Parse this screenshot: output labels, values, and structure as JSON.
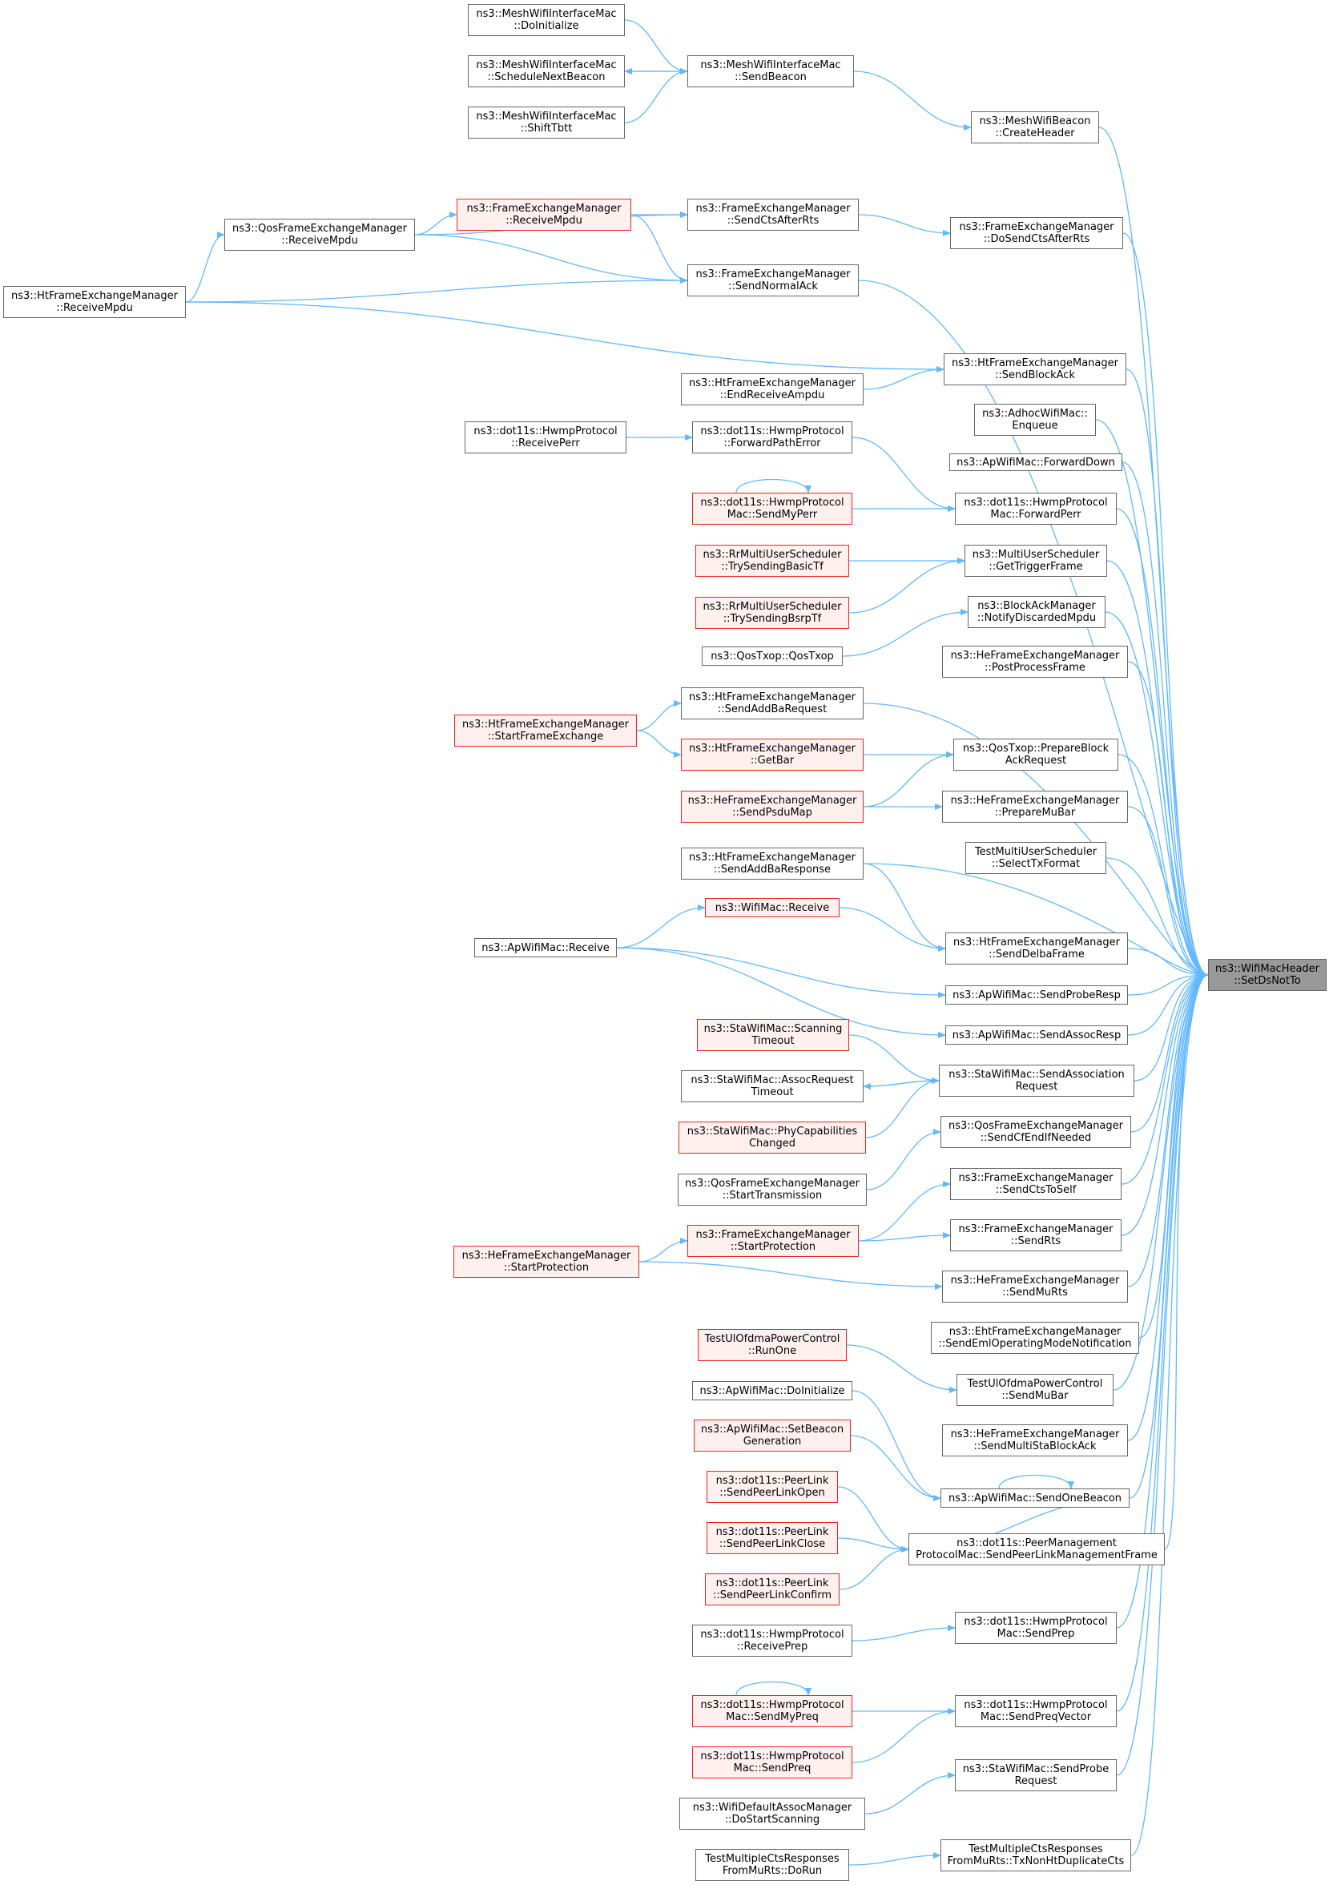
{
  "colors": {
    "edge": "#63b8ff",
    "node_border": "#666666",
    "red_border": "#e8271d",
    "red_fill": "#fff0f0",
    "target_fill": "#999999"
  },
  "nodes": [
    {
      "id": "target",
      "lines": [
        "ns3::WifiMacHeader",
        "::SetDsNotTo"
      ],
      "style": "target"
    },
    {
      "id": "mwim_doinit",
      "lines": [
        "ns3::MeshWifiInterfaceMac",
        "::DoInitialize"
      ],
      "style": "normal"
    },
    {
      "id": "mwim_schednext",
      "lines": [
        "ns3::MeshWifiInterfaceMac",
        "::ScheduleNextBeacon"
      ],
      "style": "normal"
    },
    {
      "id": "mwim_shift",
      "lines": [
        "ns3::MeshWifiInterfaceMac",
        "::ShiftTbtt"
      ],
      "style": "normal"
    },
    {
      "id": "mwim_sendbeacon",
      "lines": [
        "ns3::MeshWifiInterfaceMac",
        "::SendBeacon"
      ],
      "style": "normal"
    },
    {
      "id": "mwb_createheader",
      "lines": [
        "ns3::MeshWifiBeacon",
        "::CreateHeader"
      ],
      "style": "normal"
    },
    {
      "id": "qfem_recv",
      "lines": [
        "ns3::QosFrameExchangeManager",
        "::ReceiveMpdu"
      ],
      "style": "normal"
    },
    {
      "id": "fem_recv",
      "lines": [
        "ns3::FrameExchangeManager",
        "::ReceiveMpdu"
      ],
      "style": "red"
    },
    {
      "id": "fem_sendcts",
      "lines": [
        "ns3::FrameExchangeManager",
        "::SendCtsAfterRts"
      ],
      "style": "normal"
    },
    {
      "id": "fem_dosendcts",
      "lines": [
        "ns3::FrameExchangeManager",
        "::DoSendCtsAfterRts"
      ],
      "style": "normal"
    },
    {
      "id": "htfem_recv",
      "lines": [
        "ns3::HtFrameExchangeManager",
        "::ReceiveMpdu"
      ],
      "style": "normal"
    },
    {
      "id": "fem_sendnormalack",
      "lines": [
        "ns3::FrameExchangeManager",
        "::SendNormalAck"
      ],
      "style": "normal"
    },
    {
      "id": "htfem_sendblockack",
      "lines": [
        "ns3::HtFrameExchangeManager",
        "::SendBlockAck"
      ],
      "style": "normal"
    },
    {
      "id": "htfem_endrecvampdu",
      "lines": [
        "ns3::HtFrameExchangeManager",
        "::EndReceiveAmpdu"
      ],
      "style": "normal"
    },
    {
      "id": "adhoc_enqueue",
      "lines": [
        "ns3::AdhocWifiMac::",
        "Enqueue"
      ],
      "style": "normal"
    },
    {
      "id": "hwmp_recvperr",
      "lines": [
        "ns3::dot11s::HwmpProtocol",
        "::ReceivePerr"
      ],
      "style": "normal"
    },
    {
      "id": "hwmp_fwdpatherr",
      "lines": [
        "ns3::dot11s::HwmpProtocol",
        "::ForwardPathError"
      ],
      "style": "normal"
    },
    {
      "id": "ap_fwddown",
      "lines": [
        "ns3::ApWifiMac::ForwardDown"
      ],
      "style": "normal"
    },
    {
      "id": "hwmp_sendmyperr",
      "lines": [
        "ns3::dot11s::HwmpProtocol",
        "Mac::SendMyPerr"
      ],
      "style": "red"
    },
    {
      "id": "hwmp_fwdperr",
      "lines": [
        "ns3::dot11s::HwmpProtocol",
        "Mac::ForwardPerr"
      ],
      "style": "normal"
    },
    {
      "id": "rr_basictf",
      "lines": [
        "ns3::RrMultiUserScheduler",
        "::TrySendingBasicTf"
      ],
      "style": "red"
    },
    {
      "id": "mus_gettrigger",
      "lines": [
        "ns3::MultiUserScheduler",
        "::GetTriggerFrame"
      ],
      "style": "normal"
    },
    {
      "id": "rr_bsrptf",
      "lines": [
        "ns3::RrMultiUserScheduler",
        "::TrySendingBsrpTf"
      ],
      "style": "red"
    },
    {
      "id": "bam_notify",
      "lines": [
        "ns3::BlockAckManager",
        "::NotifyDiscardedMpdu"
      ],
      "style": "normal"
    },
    {
      "id": "qostxop_qostxop",
      "lines": [
        "ns3::QosTxop::QosTxop"
      ],
      "style": "normal"
    },
    {
      "id": "hefem_postprocess",
      "lines": [
        "ns3::HeFrameExchangeManager",
        "::PostProcessFrame"
      ],
      "style": "normal"
    },
    {
      "id": "htfem_sendaddbareq",
      "lines": [
        "ns3::HtFrameExchangeManager",
        "::SendAddBaRequest"
      ],
      "style": "normal"
    },
    {
      "id": "htfem_startfe",
      "lines": [
        "ns3::HtFrameExchangeManager",
        "::StartFrameExchange"
      ],
      "style": "red"
    },
    {
      "id": "htfem_getbar",
      "lines": [
        "ns3::HtFrameExchangeManager",
        "::GetBar"
      ],
      "style": "red"
    },
    {
      "id": "qostxop_prepare",
      "lines": [
        "ns3::QosTxop::PrepareBlock",
        "AckRequest"
      ],
      "style": "normal"
    },
    {
      "id": "hefem_sendpsdumap",
      "lines": [
        "ns3::HeFrameExchangeManager",
        "::SendPsduMap"
      ],
      "style": "red"
    },
    {
      "id": "hefem_preparemubar",
      "lines": [
        "ns3::HeFrameExchangeManager",
        "::PrepareMuBar"
      ],
      "style": "normal"
    },
    {
      "id": "tmus_selecttx",
      "lines": [
        "TestMultiUserScheduler",
        "::SelectTxFormat"
      ],
      "style": "normal"
    },
    {
      "id": "htfem_sendaddbaresp",
      "lines": [
        "ns3::HtFrameExchangeManager",
        "::SendAddBaResponse"
      ],
      "style": "normal"
    },
    {
      "id": "wifimac_receive",
      "lines": [
        "ns3::WifiMac::Receive"
      ],
      "style": "red"
    },
    {
      "id": "ap_receive",
      "lines": [
        "ns3::ApWifiMac::Receive"
      ],
      "style": "normal"
    },
    {
      "id": "htfem_senddelba",
      "lines": [
        "ns3::HtFrameExchangeManager",
        "::SendDelbaFrame"
      ],
      "style": "normal"
    },
    {
      "id": "ap_sendproberesp",
      "lines": [
        "ns3::ApWifiMac::SendProbeResp"
      ],
      "style": "normal"
    },
    {
      "id": "ap_sendassocresp",
      "lines": [
        "ns3::ApWifiMac::SendAssocResp"
      ],
      "style": "normal"
    },
    {
      "id": "sta_scanning",
      "lines": [
        "ns3::StaWifiMac::Scanning",
        "Timeout"
      ],
      "style": "red"
    },
    {
      "id": "sta_assocreqtimeout",
      "lines": [
        "ns3::StaWifiMac::AssocRequest",
        "Timeout"
      ],
      "style": "normal"
    },
    {
      "id": "sta_sendassoc",
      "lines": [
        "ns3::StaWifiMac::SendAssociation",
        "Request"
      ],
      "style": "normal"
    },
    {
      "id": "sta_phycap",
      "lines": [
        "ns3::StaWifiMac::PhyCapabilities",
        "Changed"
      ],
      "style": "red"
    },
    {
      "id": "qfem_sendcfend",
      "lines": [
        "ns3::QosFrameExchangeManager",
        "::SendCfEndIfNeeded"
      ],
      "style": "normal"
    },
    {
      "id": "qfem_starttx",
      "lines": [
        "ns3::QosFrameExchangeManager",
        "::StartTransmission"
      ],
      "style": "normal"
    },
    {
      "id": "fem_sendctstoself",
      "lines": [
        "ns3::FrameExchangeManager",
        "::SendCtsToSelf"
      ],
      "style": "normal"
    },
    {
      "id": "fem_startprot",
      "lines": [
        "ns3::FrameExchangeManager",
        "::StartProtection"
      ],
      "style": "red"
    },
    {
      "id": "fem_sendrts",
      "lines": [
        "ns3::FrameExchangeManager",
        "::SendRts"
      ],
      "style": "normal"
    },
    {
      "id": "hefem_startprot",
      "lines": [
        "ns3::HeFrameExchangeManager",
        "::StartProtection"
      ],
      "style": "red"
    },
    {
      "id": "hefem_sendmurts",
      "lines": [
        "ns3::HeFrameExchangeManager",
        "::SendMuRts"
      ],
      "style": "normal"
    },
    {
      "id": "ehtfem_sendeml",
      "lines": [
        "ns3::EhtFrameExchangeManager",
        "::SendEmlOperatingModeNotification"
      ],
      "style": "normal"
    },
    {
      "id": "tulofdma_runone",
      "lines": [
        "TestUlOfdmaPowerControl",
        "::RunOne"
      ],
      "style": "red"
    },
    {
      "id": "tulofdma_sendmubar",
      "lines": [
        "TestUlOfdmaPowerControl",
        "::SendMuBar"
      ],
      "style": "normal"
    },
    {
      "id": "ap_doinit",
      "lines": [
        "ns3::ApWifiMac::DoInitialize"
      ],
      "style": "normal"
    },
    {
      "id": "hefem_sendmultista",
      "lines": [
        "ns3::HeFrameExchangeManager",
        "::SendMultiStaBlockAck"
      ],
      "style": "normal"
    },
    {
      "id": "ap_setbeacon",
      "lines": [
        "ns3::ApWifiMac::SetBeacon",
        "Generation"
      ],
      "style": "red"
    },
    {
      "id": "ap_sendonebeacon",
      "lines": [
        "ns3::ApWifiMac::SendOneBeacon"
      ],
      "style": "normal"
    },
    {
      "id": "pl_open",
      "lines": [
        "ns3::dot11s::PeerLink",
        "::SendPeerLinkOpen"
      ],
      "style": "red"
    },
    {
      "id": "pl_close",
      "lines": [
        "ns3::dot11s::PeerLink",
        "::SendPeerLinkClose"
      ],
      "style": "red"
    },
    {
      "id": "pmp_sendplmf",
      "lines": [
        "ns3::dot11s::PeerManagement",
        "ProtocolMac::SendPeerLinkManagementFrame"
      ],
      "style": "normal"
    },
    {
      "id": "pl_confirm",
      "lines": [
        "ns3::dot11s::PeerLink",
        "::SendPeerLinkConfirm"
      ],
      "style": "red"
    },
    {
      "id": "hwmp_recvprep",
      "lines": [
        "ns3::dot11s::HwmpProtocol",
        "::ReceivePrep"
      ],
      "style": "normal"
    },
    {
      "id": "hwmp_sendprep",
      "lines": [
        "ns3::dot11s::HwmpProtocol",
        "Mac::SendPrep"
      ],
      "style": "normal"
    },
    {
      "id": "hwmp_sendmypreq",
      "lines": [
        "ns3::dot11s::HwmpProtocol",
        "Mac::SendMyPreq"
      ],
      "style": "red"
    },
    {
      "id": "hwmp_sendpreqvec",
      "lines": [
        "ns3::dot11s::HwmpProtocol",
        "Mac::SendPreqVector"
      ],
      "style": "normal"
    },
    {
      "id": "hwmp_sendpreq",
      "lines": [
        "ns3::dot11s::HwmpProtocol",
        "Mac::SendPreq"
      ],
      "style": "red"
    },
    {
      "id": "sta_sendprobereq",
      "lines": [
        "ns3::StaWifiMac::SendProbe",
        "Request"
      ],
      "style": "normal"
    },
    {
      "id": "wdam_dostart",
      "lines": [
        "ns3::WifiDefaultAssocManager",
        "::DoStartScanning"
      ],
      "style": "normal"
    },
    {
      "id": "tmcr_txnonht",
      "lines": [
        "TestMultipleCtsResponses",
        "FromMuRts::TxNonHtDuplicateCts"
      ],
      "style": "normal"
    },
    {
      "id": "tmcr_dorun",
      "lines": [
        "TestMultipleCtsResponses",
        "FromMuRts::DoRun"
      ],
      "style": "normal"
    }
  ]
}
